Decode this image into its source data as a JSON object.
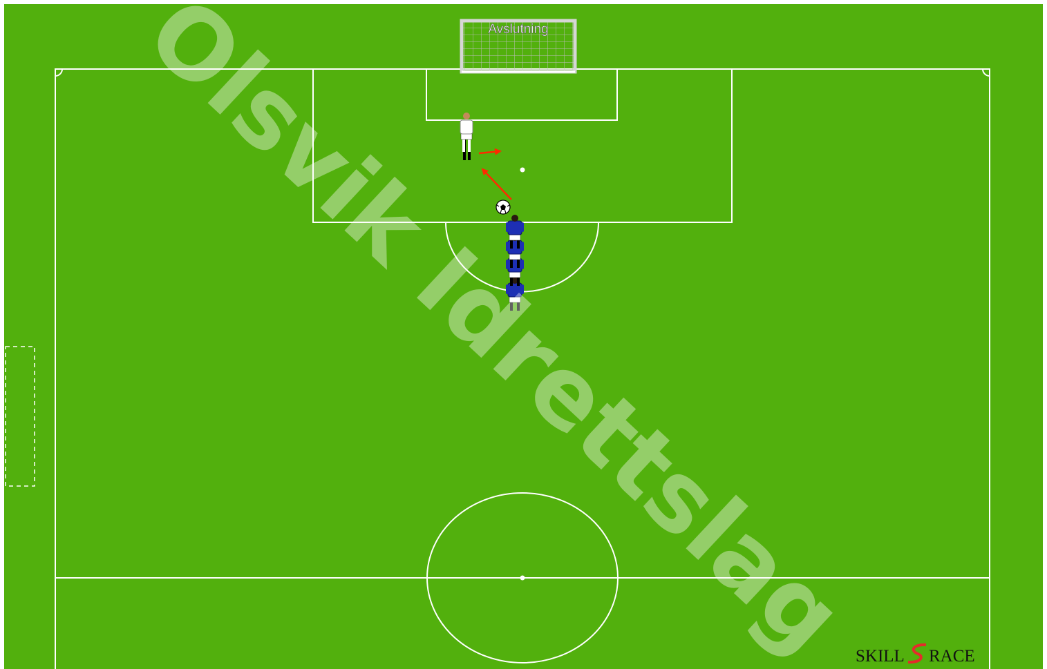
{
  "diagram": {
    "goal_label": "Avslutning",
    "watermark_text": "Olsvik Idrettslag",
    "brand": {
      "left": "SKILL",
      "right": "RACE",
      "mark_color": "#e52b2b"
    },
    "colors": {
      "pitch": "#52b00d",
      "lines": "#ffffff",
      "arrows": "#ff2a00",
      "team_shirt": "#1d2fb4",
      "opponent_kit": "#ffffff"
    },
    "players": {
      "white_count": 1,
      "blue_count": 4
    },
    "icons": {
      "ball": "soccer-ball-icon",
      "goal": "goal-net-icon",
      "player": "player-figure-icon"
    }
  }
}
